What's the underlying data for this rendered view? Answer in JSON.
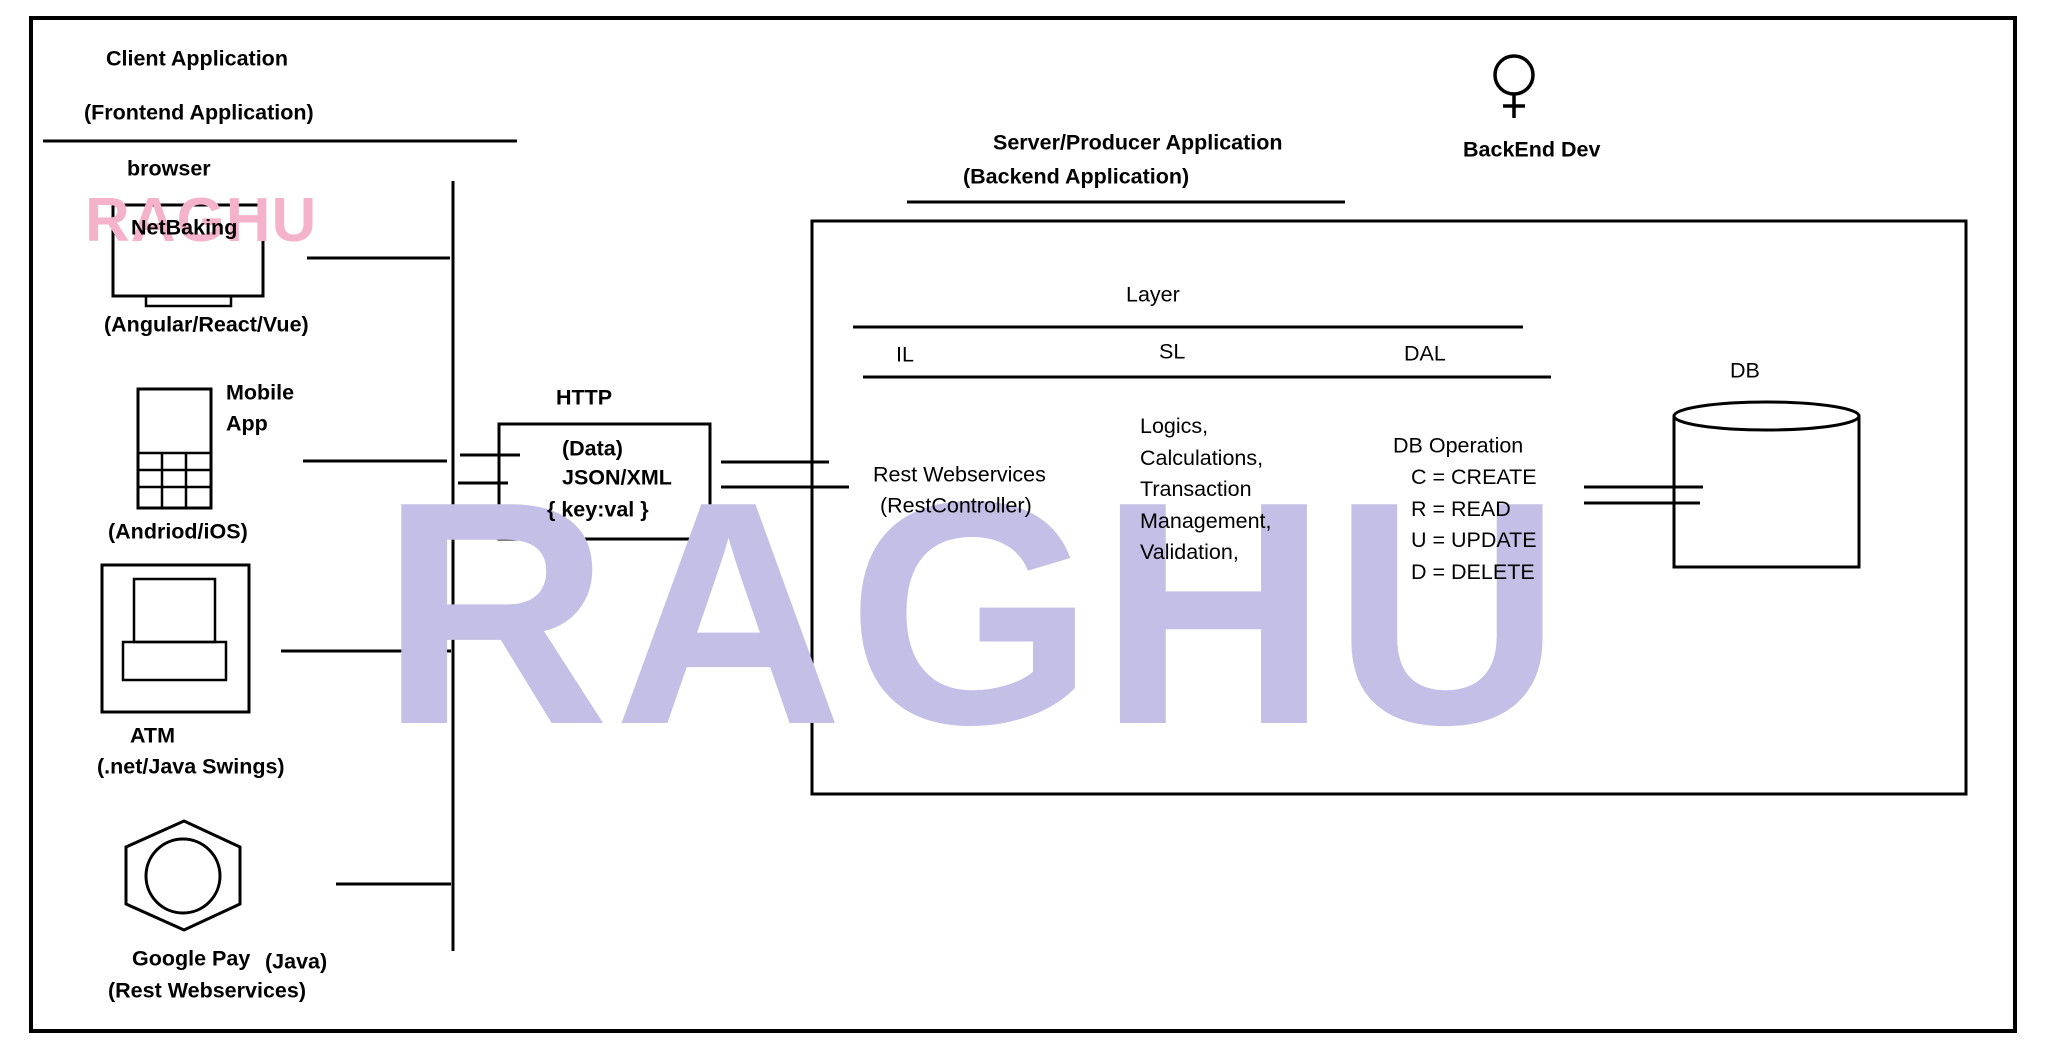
{
  "watermarks": {
    "main": "RAGHU",
    "small": "RAGHU"
  },
  "colors": {
    "stroke": "#000000",
    "watermark_main": "#c4bfe6",
    "watermark_small": "#f4b3cb"
  },
  "client": {
    "title": "Client Application",
    "subtitle": "(Frontend Application)",
    "browser": {
      "label": "browser",
      "screen_text": "NetBaking",
      "tech": "(Angular/React/Vue)",
      "icon": "monitor-icon"
    },
    "mobile": {
      "label_line1": "Mobile",
      "label_line2": "App",
      "tech": "(Andriod/iOS)",
      "icon": "phone-icon"
    },
    "atm": {
      "label": "ATM",
      "tech": "(.net/Java Swings)",
      "icon": "atm-icon"
    },
    "gpay": {
      "label": "Google Pay",
      "lang": "(Java)",
      "tech": "(Rest Webservices)",
      "icon": "hexagon-icon"
    }
  },
  "http": {
    "label": "HTTP",
    "lines": [
      "(Data)",
      "JSON/XML",
      "{ key:val }"
    ]
  },
  "server": {
    "title": "Server/Producer Application",
    "subtitle": "(Backend Application)",
    "developer": {
      "label": "BackEnd Dev",
      "icon": "female-symbol-icon"
    },
    "layer_title": "Layer",
    "layers": [
      "IL",
      "SL",
      "DAL"
    ],
    "il_block": [
      "Rest Webservices",
      "(RestController)"
    ],
    "sl_block": [
      "Logics,",
      "Calculations,",
      "Transaction",
      "Management,",
      "Validation,"
    ],
    "dal_title": "DB Operation",
    "dal_ops": [
      "C = CREATE",
      "R = READ",
      "U = UPDATE",
      "D = DELETE"
    ]
  },
  "db": {
    "label": "DB",
    "icon": "database-cylinder-icon"
  }
}
